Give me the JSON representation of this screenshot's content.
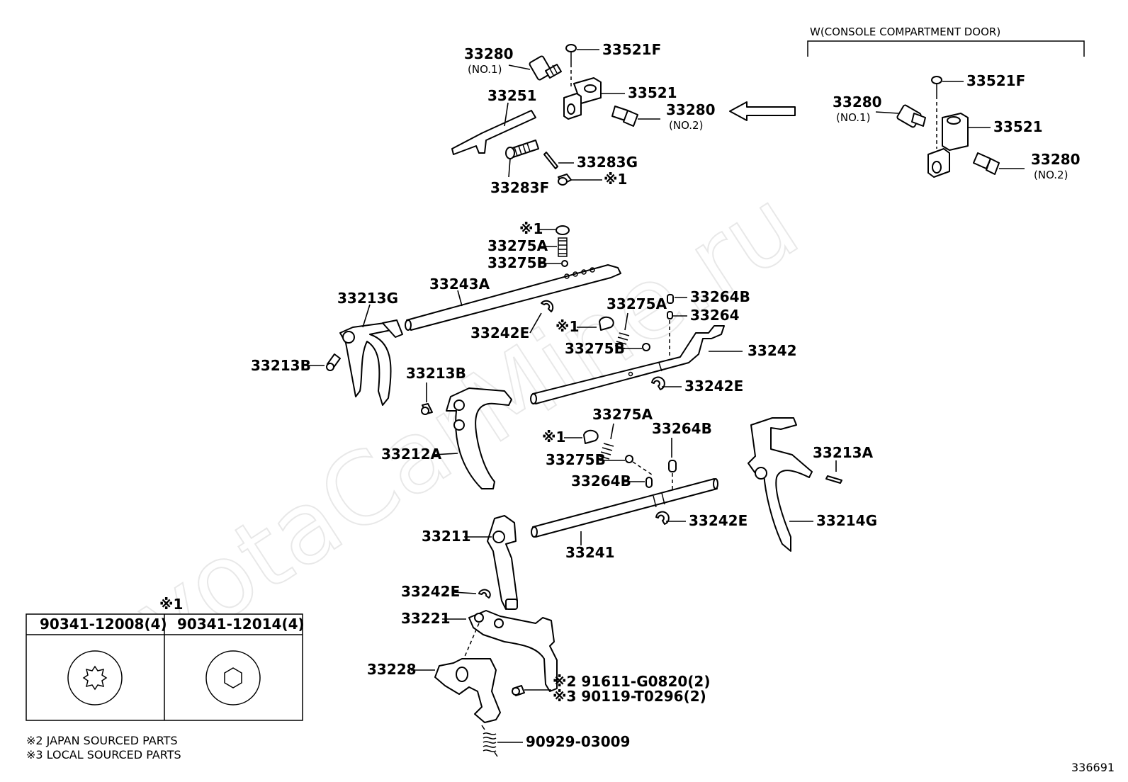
{
  "watermark": "ToyotaCarMine.ru",
  "variant_label": "W(CONSOLE COMPARTMENT DOOR)",
  "diagram_id": "336691",
  "legend": {
    "marker": "※1",
    "col1": "90341-12008(4)",
    "col2": "90341-12014(4)"
  },
  "notes": {
    "n2": "※2 JAPAN SOURCED PARTS",
    "n3": "※3 LOCAL SOURCED PARTS"
  },
  "labels": {
    "p33280_no1": "33280",
    "p33280_no1_sub": "(NO.1)",
    "p33521f": "33521F",
    "p33521": "33521",
    "p33280_no2": "33280",
    "p33280_no2_sub": "(NO.2)",
    "p33251": "33251",
    "p33283g": "33283G",
    "p33283f": "33283F",
    "m1_top": "※1",
    "r_33521f": "33521F",
    "r_33280_no1": "33280",
    "r_33280_no1_sub": "(NO.1)",
    "r_33521": "33521",
    "r_33280_no2": "33280",
    "r_33280_no2_sub": "(NO.2)",
    "m1_a": "※1",
    "p33275a_a": "33275A",
    "p33275b_a": "33275B",
    "p33243a": "33243A",
    "p33213g": "33213G",
    "p33242e_a": "33242E",
    "p33213b_a": "33213B",
    "p33264b_a": "33264B",
    "p33264": "33264",
    "p33275a_b": "33275A",
    "m1_b": "※1",
    "p33275b_b": "33275B",
    "p33242": "33242",
    "p33242e_b": "33242E",
    "p33213b_b": "33213B",
    "p33212a": "33212A",
    "p33275a_c": "33275A",
    "p33264b_b": "33264B",
    "m1_c": "※1",
    "p33275b_c": "33275B",
    "p33264b_c": "33264B",
    "p33213a": "33213A",
    "p33214g": "33214G",
    "p33242e_c": "33242E",
    "p33211": "33211",
    "p33241": "33241",
    "p33242e_d": "33242E",
    "p33221": "33221",
    "p33228": "33228",
    "n2_part": "※2 91611-G0820(2)",
    "n3_part": "※3 90119-T0296(2)",
    "p90929": "90929-03009"
  }
}
